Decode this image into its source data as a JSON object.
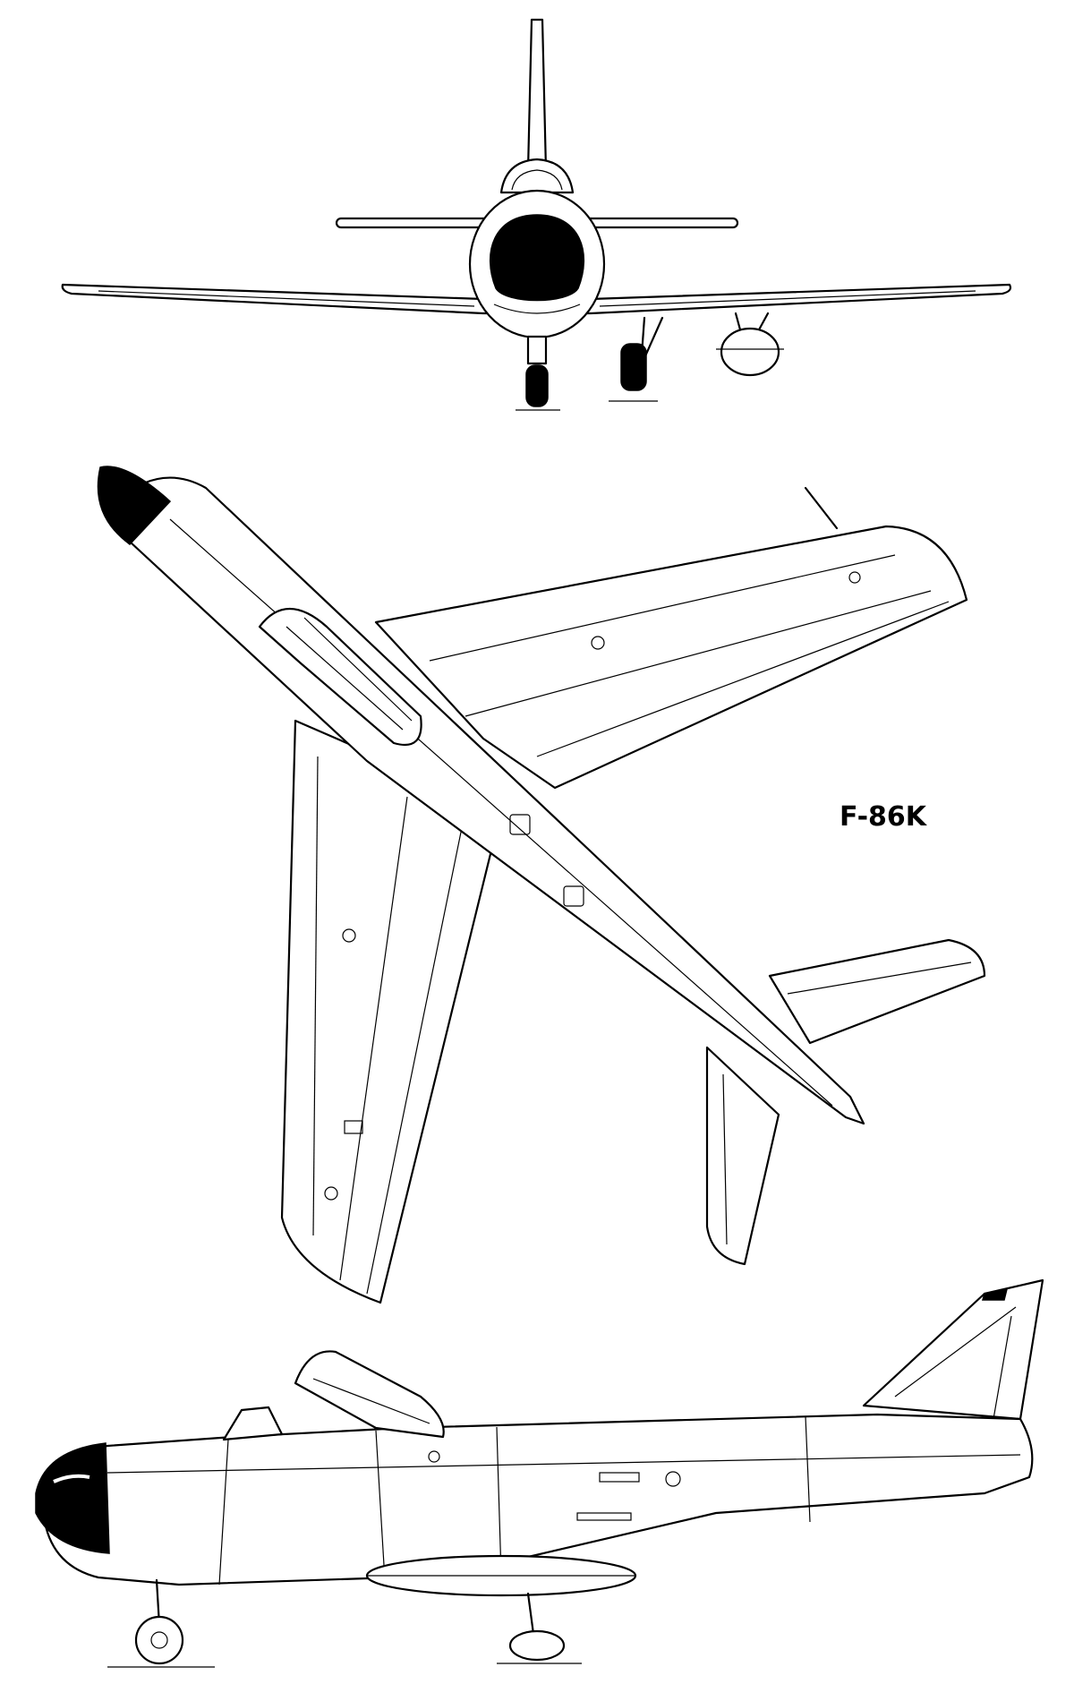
{
  "figure": {
    "label": "F-86K"
  },
  "views": [
    {
      "id": "front",
      "view": "front"
    },
    {
      "id": "top",
      "view": "top"
    },
    {
      "id": "side",
      "view": "side"
    }
  ]
}
